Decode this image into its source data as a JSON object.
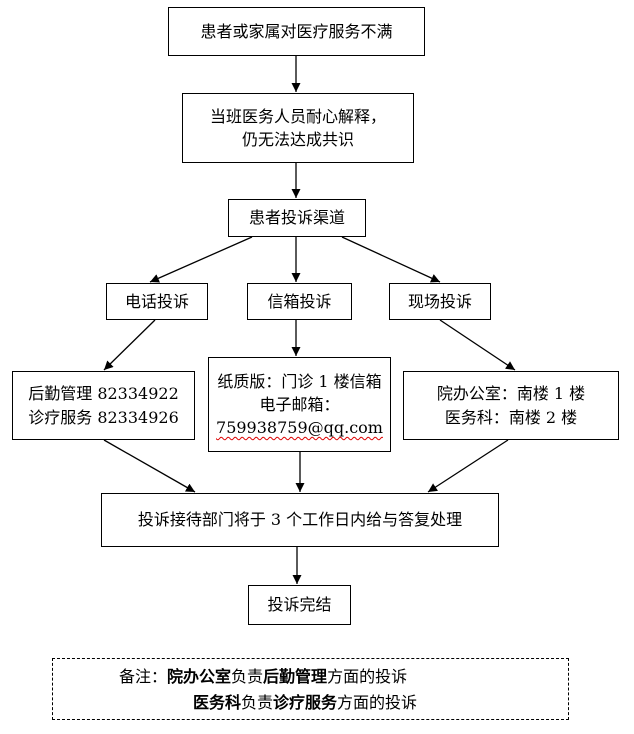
{
  "nodes": {
    "start": "患者或家属对医疗服务不满",
    "explain_line1": "当班医务人员耐心解释，",
    "explain_line2": "仍无法达成共识",
    "channels": "患者投诉渠道",
    "phone": "电话投诉",
    "mailbox": "信箱投诉",
    "onsite": "现场投诉",
    "phone_detail_line1": "后勤管理 82334922",
    "phone_detail_line2": "诊疗服务 82334926",
    "mailbox_detail_line1": "纸质版：门诊 1 楼信箱",
    "mailbox_detail_line2": "电子邮箱：",
    "mailbox_detail_line3": "759938759@qq.com",
    "onsite_detail_line1": "院办公室：南楼 1 楼",
    "onsite_detail_line2": "医务科：南楼 2 楼",
    "process": "投诉接待部门将于 3 个工作日内给与答复处理",
    "end": "投诉完结"
  },
  "note": {
    "label": "备注：",
    "line1_dept": "院办公室",
    "line1_mid": "负责",
    "line1_area": "后勤管理",
    "line1_tail": "方面的投诉",
    "line2_dept": "医务科",
    "line2_mid": "负责",
    "line2_area": "诊疗服务",
    "line2_tail": "方面的投诉"
  }
}
